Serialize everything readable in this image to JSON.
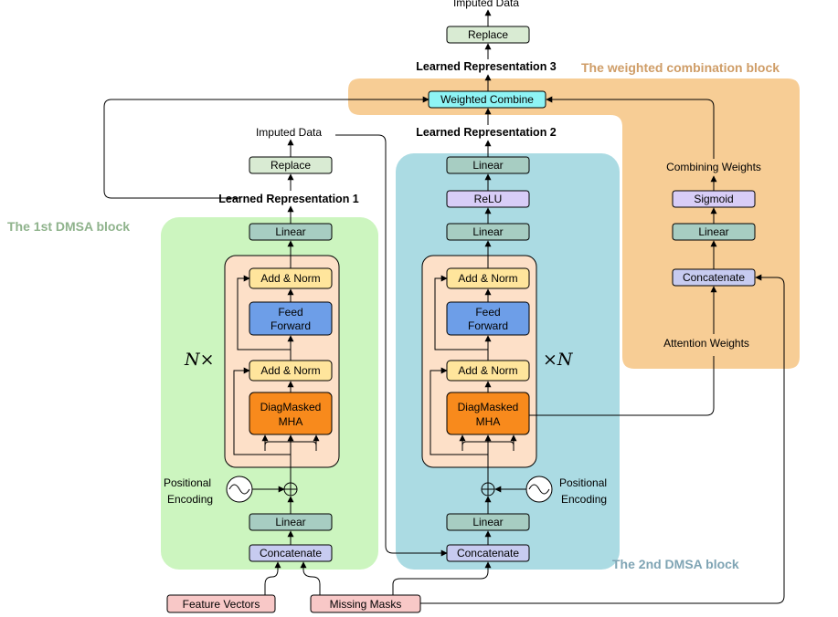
{
  "colors": {
    "green_region": "#ccf5bf",
    "blue_region": "#abdbe3",
    "orange_region": "#f7cd95",
    "transformer_bg": "#fde0c8",
    "linear": "#a7cdc2",
    "replace": "#d9ebd3",
    "add_norm": "#ffe59c",
    "feed_forward": "#6d9ee8",
    "mha": "#f88a1c",
    "concatenate": "#c7cbf0",
    "relu": "#d8cdf7",
    "sigmoid": "#d8cdf7",
    "weighted_combine": "#8ef4f5",
    "feature": "#f8c8c7",
    "title_green": "#8fb38c",
    "title_blue": "#7fa4b4",
    "title_orange": "#cf9d67"
  },
  "titles": {
    "block1": "The 1st DMSA block",
    "block2": "The 2nd DMSA block",
    "combo": "The weighted combination block"
  },
  "labels": {
    "imputed_data": "Imputed Data",
    "replace": "Replace",
    "learned_rep_1": "Learned Representation 1",
    "learned_rep_2": "Learned Representation 2",
    "learned_rep_3": "Learned Representation 3",
    "weighted_combine": "Weighted Combine",
    "linear": "Linear",
    "relu": "ReLU",
    "sigmoid": "Sigmoid",
    "concatenate": "Concatenate",
    "add_norm": "Add & Norm",
    "feed": "Feed",
    "forward": "Forward",
    "diag_masked": "DiagMasked",
    "mha": "MHA",
    "positional": "Positional",
    "encoding": "Encoding",
    "n_times_left": "N×",
    "n_times_right": "×N",
    "combining_weights": "Combining Weights",
    "attention_weights": "Attention Weights",
    "feature_vectors": "Feature Vectors",
    "missing_masks": "Missing Masks"
  }
}
